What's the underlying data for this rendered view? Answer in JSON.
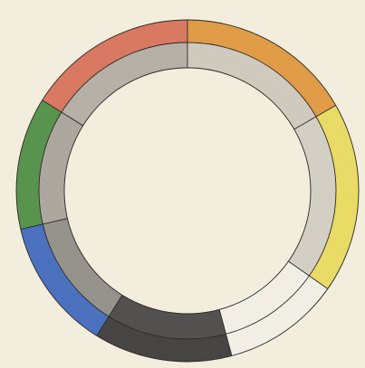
{
  "wheel": {
    "segments": [
      {
        "name": "orange",
        "outer_color": "#e9a24a",
        "inner_tone": "#d8d2c6"
      },
      {
        "name": "yellow",
        "outer_color": "#f2e46a",
        "inner_tone": "#dcd7cb"
      },
      {
        "name": "white",
        "outer_color": "#fbf8ef",
        "inner_tone": "#fbf8ef"
      },
      {
        "name": "black",
        "outer_color": "#4a4846",
        "inner_tone": "#575553"
      },
      {
        "name": "blue",
        "outer_color": "#4f76c6",
        "inner_tone": "#9c9892"
      },
      {
        "name": "green",
        "outer_color": "#5d9a52",
        "inner_tone": "#b3aea6"
      },
      {
        "name": "red",
        "outer_color": "#e27e66",
        "inner_tone": "#bdb7ae"
      }
    ],
    "colors": {
      "paper": "#f3eddd",
      "line": "#2b2926"
    }
  }
}
